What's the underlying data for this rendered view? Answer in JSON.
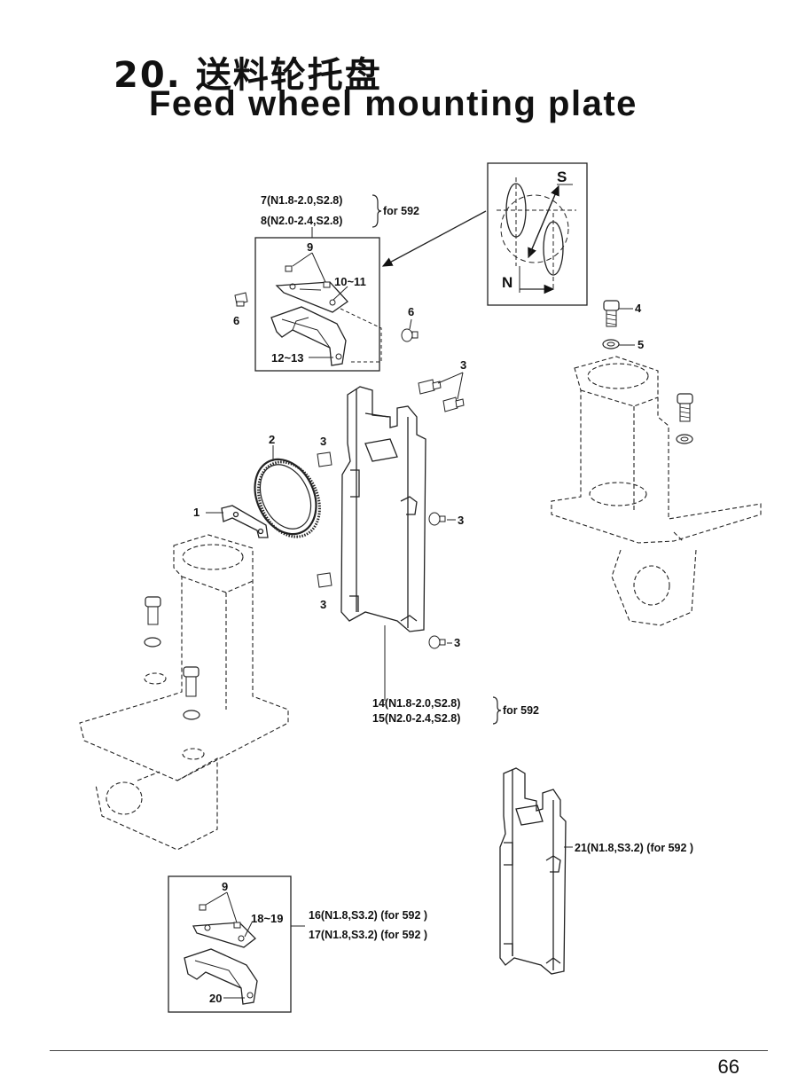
{
  "title": {
    "cn": "20. 送料轮托盘",
    "en": "Feed wheel mounting plate"
  },
  "page_number": "66",
  "labels": {
    "p1": "1",
    "p2": "2",
    "p3": "3",
    "p4": "4",
    "p5": "5",
    "p6": "6",
    "p9": "9",
    "p10_11": "10~11",
    "p12_13": "12~13",
    "p18_19": "18~19",
    "p20": "20",
    "p7": "7(N1.8-2.0,S2.8)",
    "p8": "8(N2.0-2.4,S2.8)",
    "for592_a": "for 592",
    "p14": "14(N1.8-2.0,S2.8)",
    "p15": "15(N2.0-2.4,S2.8)",
    "for592_b": "for 592",
    "p16": "16(N1.8,S3.2)  (for 592 )",
    "p17": "17(N1.8,S3.2)  (for 592 )",
    "p21": "21(N1.8,S3.2)  (for  592  )",
    "inset_s": "S",
    "inset_n": "N"
  },
  "icons": [
    "screw-icon",
    "washer-icon",
    "ring-gear-icon"
  ]
}
